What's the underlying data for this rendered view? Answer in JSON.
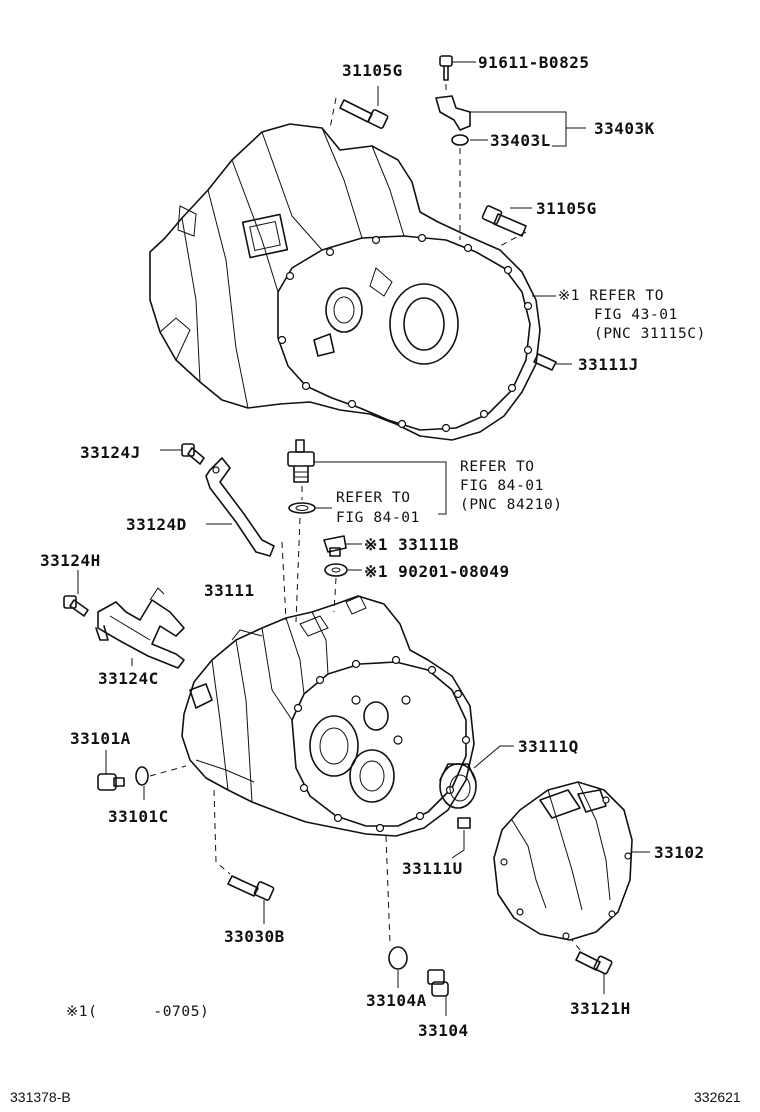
{
  "diagram": {
    "callouts": {
      "p31105G_top": "31105G",
      "p91611": "91611-B0825",
      "p33403K": "33403K",
      "p33403L": "33403L",
      "p31105G_mid": "31105G",
      "refer_43_1": "※1 REFER TO",
      "refer_43_2": "FIG 43-01",
      "refer_43_3": "(PNC 31115C)",
      "p33111J": "33111J",
      "p33124J": "33124J",
      "refer_84a_1": "REFER TO",
      "refer_84a_2": "FIG 84-01",
      "refer_84a_3": "(PNC 84210)",
      "refer_84b_1": "REFER TO",
      "refer_84b_2": "FIG 84-01",
      "p33124D": "33124D",
      "p33111B": "※1 33111B",
      "p90201": "※1 90201-08049",
      "p33124H": "33124H",
      "p33111": "33111",
      "p33124C": "33124C",
      "p33101A": "33101A",
      "p33111Q": "33111Q",
      "p33101C": "33101C",
      "p33102": "33102",
      "p33111U": "33111U",
      "p33030B": "33030B",
      "p33104A": "33104A",
      "p33121H": "33121H",
      "p33104": "33104"
    },
    "footnote": "※1(      -0705)",
    "ref_left": "331378-B",
    "ref_right": "332621"
  }
}
